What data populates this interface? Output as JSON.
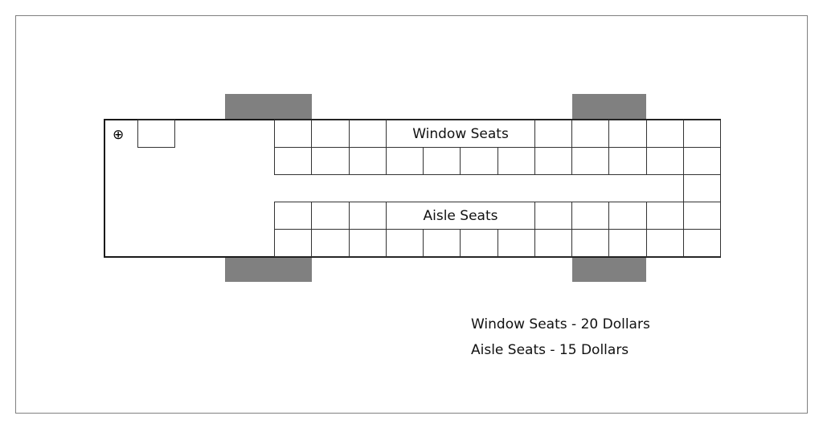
{
  "diagram": {
    "driver_icon": "⊕",
    "window_label": "Window Seats",
    "aisle_label": "Aisle Seats",
    "legend": [
      "Window Seats - 20 Dollars",
      "Aisle Seats - 15 Dollars"
    ],
    "colors": {
      "wheel": "#808080",
      "outline": "#1a1a1a"
    }
  }
}
